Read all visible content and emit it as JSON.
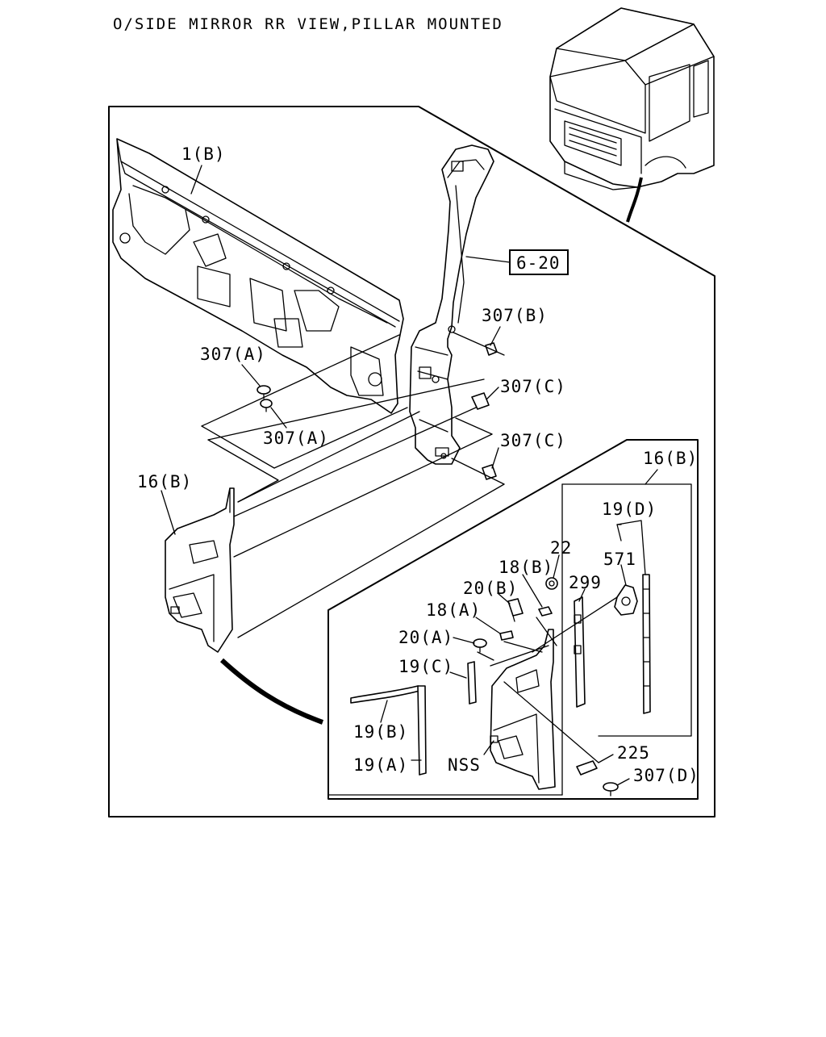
{
  "title": "O/SIDE MIRROR RR VIEW,PILLAR MOUNTED",
  "labels": {
    "p1b": "1(B)",
    "p6_20": "6-20",
    "p307b": "307(B)",
    "p307a_top": "307(A)",
    "p307a_bottom": "307(A)",
    "p307c_top": "307(C)",
    "p307c_bottom": "307(C)",
    "p16b_left": "16(B)",
    "p16b_right": "16(B)",
    "p19d": "19(D)",
    "p22": "22",
    "p571": "571",
    "p18b": "18(B)",
    "p299": "299",
    "p20b": "20(B)",
    "p18a": "18(A)",
    "p20a": "20(A)",
    "p19c": "19(C)",
    "p19b": "19(B)",
    "p19a": "19(A)",
    "nss": "NSS",
    "p225": "225",
    "p307d": "307(D)"
  },
  "icons": {
    "truck": "truck-cab-icon"
  }
}
